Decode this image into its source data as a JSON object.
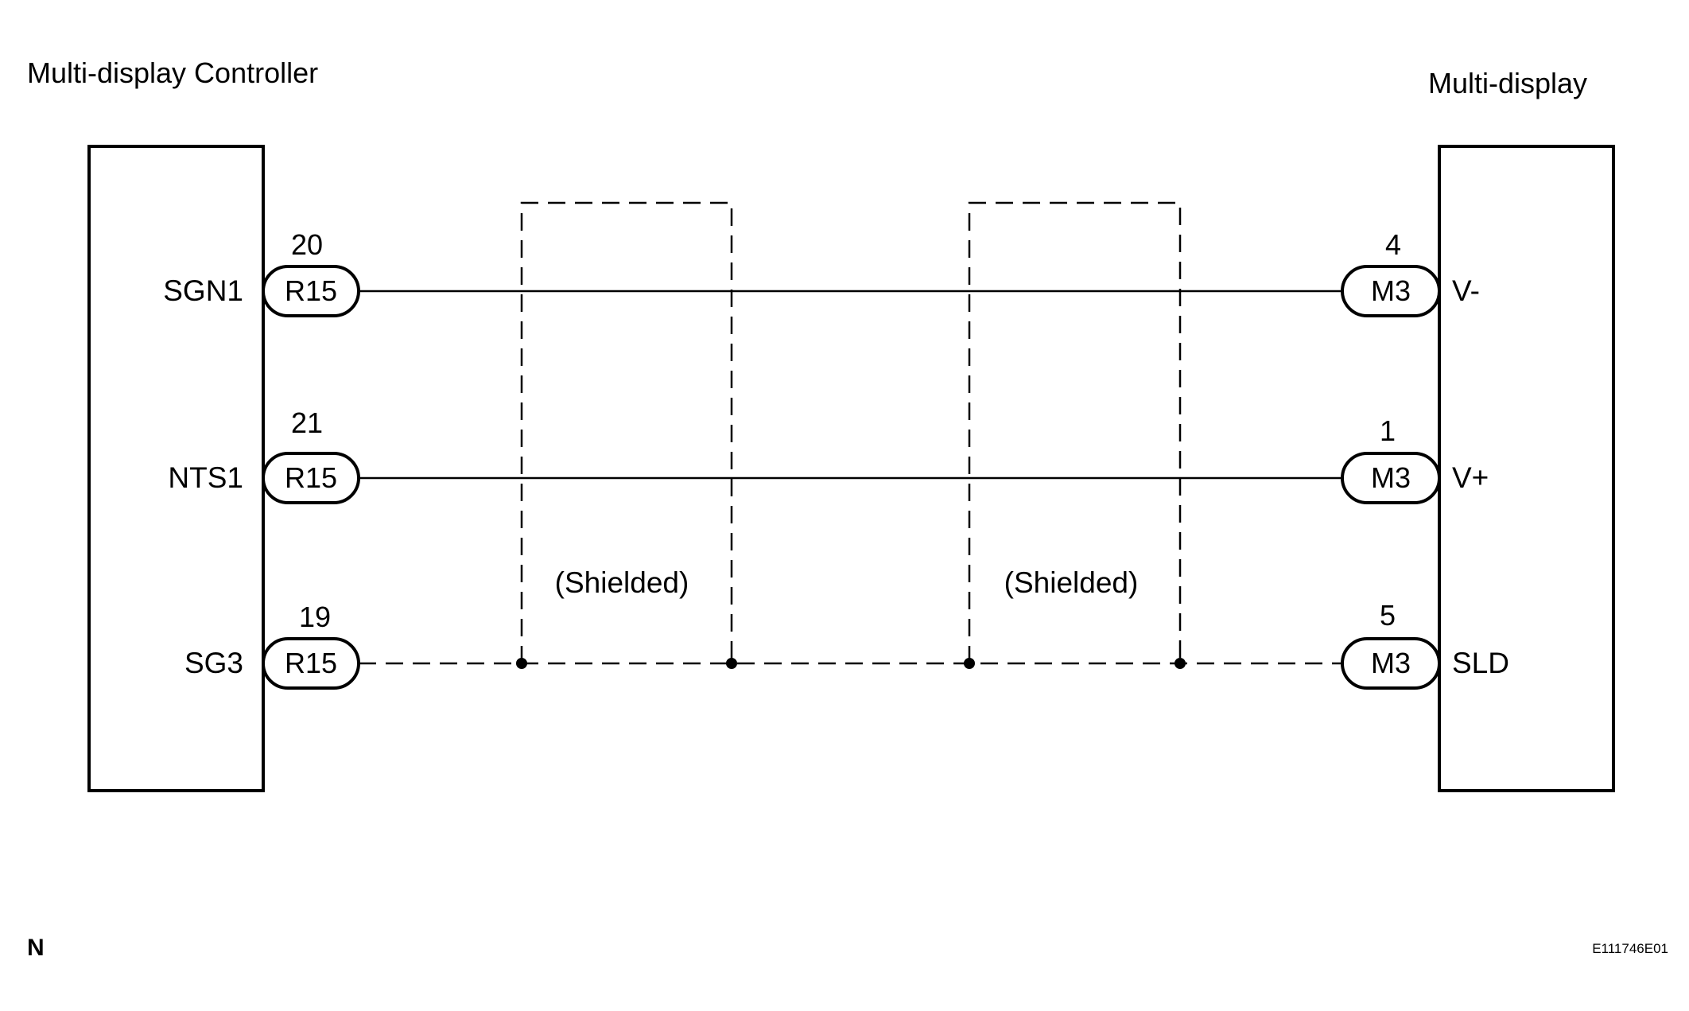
{
  "labels": {
    "controller_title": "Multi-display Controller",
    "display_title": "Multi-display",
    "shield_left": "(Shielded)",
    "shield_right": "(Shielded)",
    "corner_letter": "N",
    "figure_code": "E111746E01"
  },
  "controller_pins": [
    {
      "signal": "SGN1",
      "pin": "20",
      "connector": "R15"
    },
    {
      "signal": "NTS1",
      "pin": "21",
      "connector": "R15"
    },
    {
      "signal": "SG3",
      "pin": "19",
      "connector": "R15"
    }
  ],
  "display_pins": [
    {
      "signal": "V-",
      "pin": "4",
      "connector": "M3"
    },
    {
      "signal": "V+",
      "pin": "1",
      "connector": "M3"
    },
    {
      "signal": "SLD",
      "pin": "5",
      "connector": "M3"
    }
  ],
  "colors": {
    "line": "#000000",
    "background": "#ffffff"
  }
}
